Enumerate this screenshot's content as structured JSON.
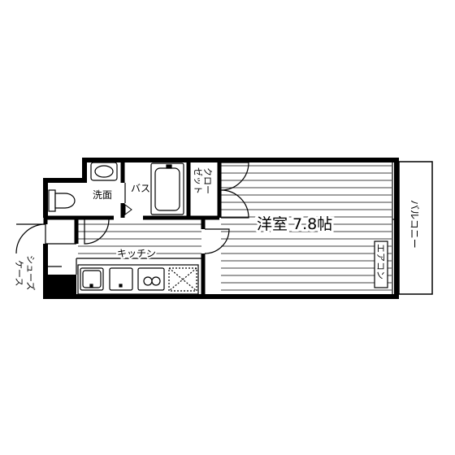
{
  "rooms": {
    "western_room": "洋室 7.8帖",
    "kitchen": "キッチン",
    "bath": "バス",
    "washroom": "洗面",
    "closet": [
      "クロー",
      "ゼット"
    ],
    "balcony": "バルコニー",
    "aircon": "エアコン",
    "shoe_case": [
      "シューズ",
      "ケース"
    ]
  },
  "colors": {
    "line": "#000000",
    "hatch": "#000000",
    "background": "#ffffff"
  }
}
